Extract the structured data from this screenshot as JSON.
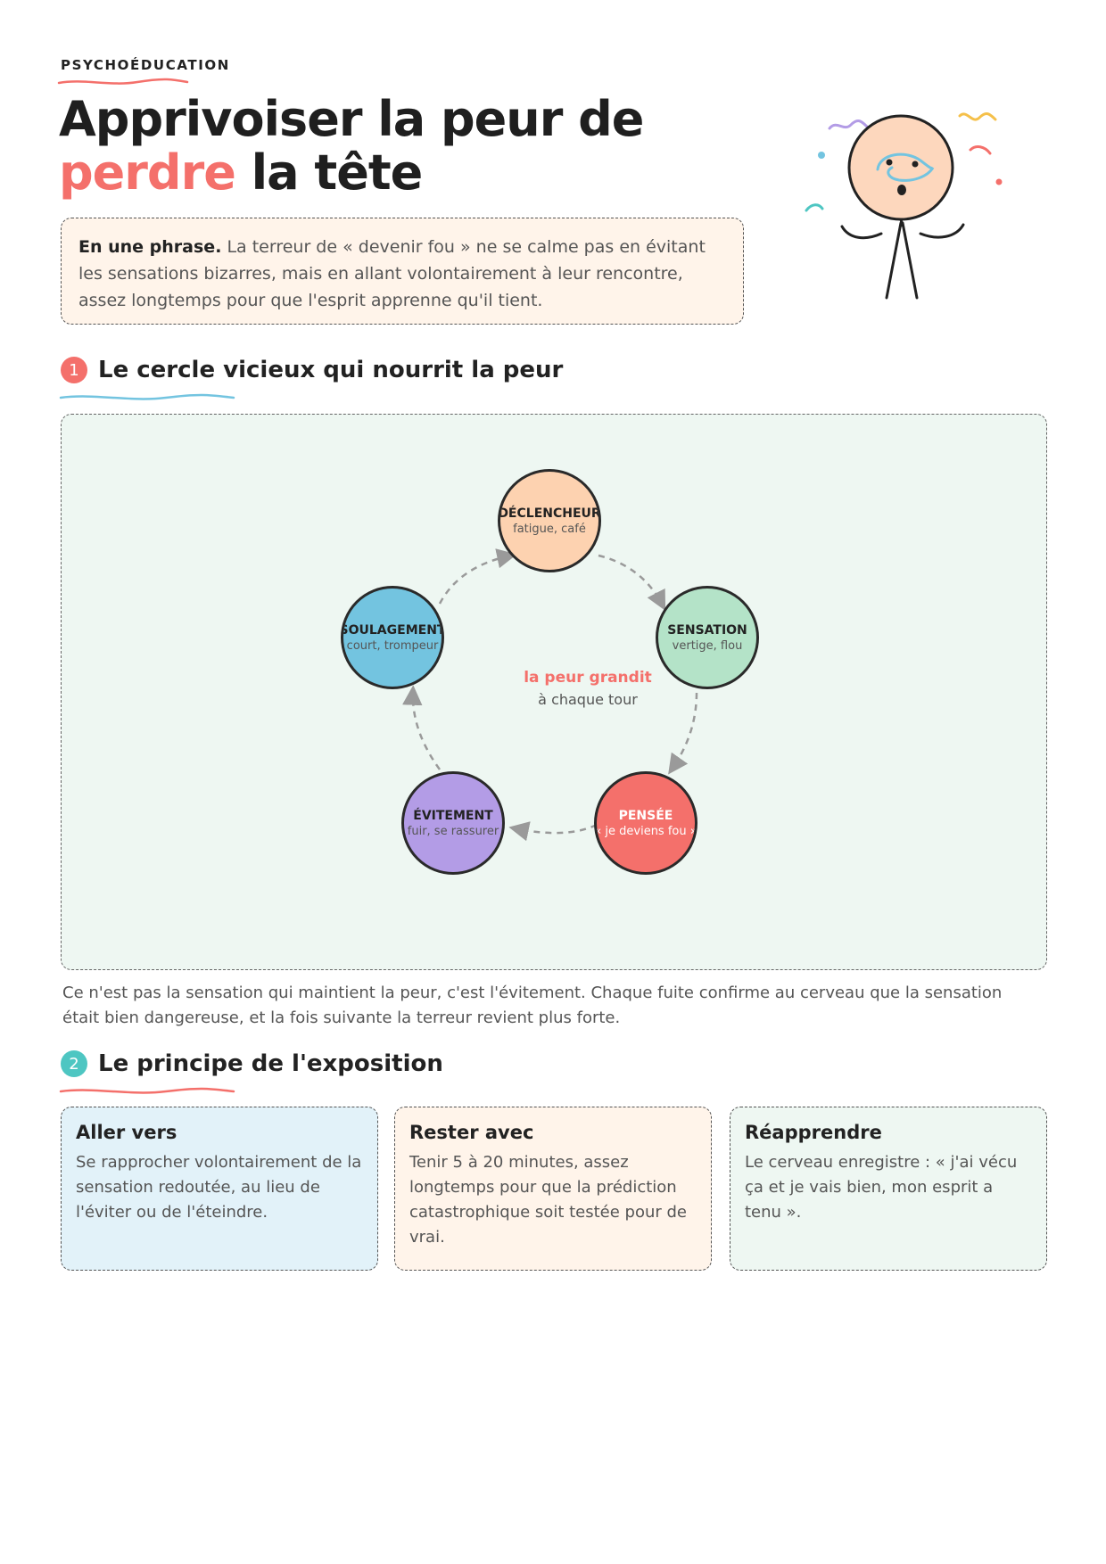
{
  "header": {
    "eyebrow": "PSYCHOÉDUCATION",
    "title_line1": "Apprivoiser la peur de",
    "title_accent": "perdre",
    "title_rest": " la tête"
  },
  "summary": {
    "lead": "En une phrase.",
    "text": " La terreur de « devenir fou » ne se calme pas en évitant les sensations bizarres, mais en allant volontairement à leur rencontre, assez longtemps pour que l'esprit apprenne qu'il tient."
  },
  "section1": {
    "number": "1",
    "title": "Le cercle vicieux qui nourrit la peur",
    "center_main": "la peur grandit",
    "center_sub": "à chaque tour",
    "nodes": [
      {
        "label": "DÉCLENCHEUR",
        "sub": "fatigue, café",
        "color": "#fdd2b0"
      },
      {
        "label": "SENSATION",
        "sub": "vertige, flou",
        "color": "#b4e3c8"
      },
      {
        "label": "PENSÉE",
        "sub": "« je deviens fou »",
        "color": "#f4706b"
      },
      {
        "label": "ÉVITEMENT",
        "sub": "fuir, se rassurer",
        "color": "#b39ce6"
      },
      {
        "label": "SOULAGEMENT",
        "sub": "court, trompeur",
        "color": "#73c4e0"
      }
    ],
    "caption": "Ce n'est pas la sensation qui maintient la peur, c'est l'évitement. Chaque fuite confirme au cerveau que la sensation était bien dangereuse, et la fois suivante la terreur revient plus forte."
  },
  "section2": {
    "number": "2",
    "title": "Le principe de l'exposition",
    "cards": [
      {
        "title": "Aller vers",
        "text": "Se rapprocher volontairement de la sensation redoutée, au lieu de l'éviter ou de l'éteindre.",
        "color": "#e2f2f9"
      },
      {
        "title": "Rester avec",
        "text": "Tenir 5 à 20 minutes, assez longtemps pour que la prédiction catastrophique soit testée pour de vrai.",
        "color": "#fff4ea"
      },
      {
        "title": "Réapprendre",
        "text": "Le cerveau enregistre : « j'ai vécu ça et je vais bien, mon esprit a tenu ».",
        "color": "#eef7f2"
      }
    ]
  },
  "colors": {
    "accent_red": "#f4706b",
    "accent_teal": "#4ec6c2",
    "accent_blue": "#73c4e0",
    "text": "#222222",
    "muted": "#555555"
  }
}
